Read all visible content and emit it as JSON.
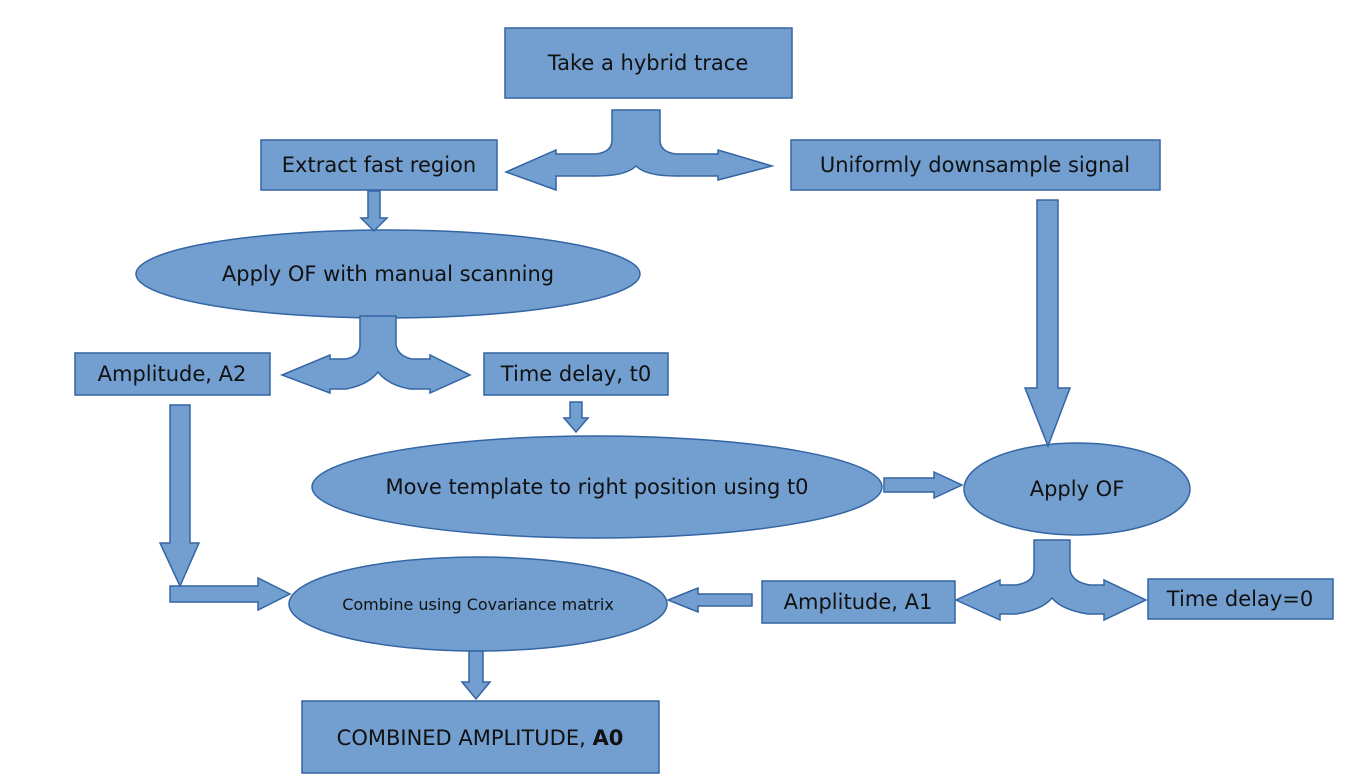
{
  "nodes": {
    "take_trace": "Take a hybrid trace",
    "extract_fast": "Extract fast region",
    "downsample": "Uniformly downsample signal",
    "apply_of_manual": "Apply OF with manual scanning",
    "amplitude_a2": "Amplitude, A2",
    "time_delay_t0": "Time delay, t0",
    "move_template": "Move template to right position using t0",
    "apply_of": "Apply OF",
    "combine_cov": "Combine using Covariance matrix",
    "amplitude_a1": "Amplitude, A1",
    "time_delay_0": "Time delay=0",
    "combined_prefix": "COMBINED AMPLITUDE, ",
    "combined_symbol": "A0"
  },
  "colors": {
    "fill": "#729fcf",
    "stroke": "#3465a4",
    "text": "#111111"
  }
}
